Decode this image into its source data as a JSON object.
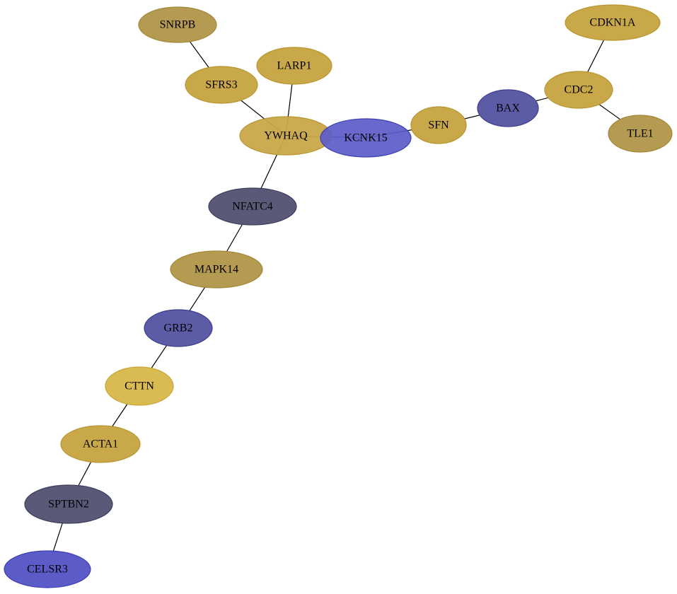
{
  "palette": {
    "gold": "#c9a84a",
    "gold_stroke": "#b8952e",
    "khaki": "#b59a52",
    "khaki_stroke": "#a48738",
    "bright_gold": "#d9bb52",
    "bright_gold_stroke": "#c7a63a",
    "blue": "#5c5cc9",
    "blue_stroke": "#3e3eb0",
    "slate_blue": "#5c5ca6",
    "slate_blue_stroke": "#3d3d8c",
    "navy_gray": "#5a5a78",
    "navy_gray_stroke": "#3c3c5e"
  },
  "graph": {
    "nodes": [
      {
        "id": "SNRPB",
        "label": "SNRPB",
        "color": "khaki"
      },
      {
        "id": "CDKN1A",
        "label": "CDKN1A",
        "color": "gold"
      },
      {
        "id": "LARP1",
        "label": "LARP1",
        "color": "gold"
      },
      {
        "id": "SFRS3",
        "label": "SFRS3",
        "color": "gold"
      },
      {
        "id": "CDC2",
        "label": "CDC2",
        "color": "gold"
      },
      {
        "id": "BAX",
        "label": "BAX",
        "color": "slate_blue"
      },
      {
        "id": "TLE1",
        "label": "TLE1",
        "color": "khaki"
      },
      {
        "id": "SFN",
        "label": "SFN",
        "color": "gold"
      },
      {
        "id": "YWHAQ",
        "label": "YWHAQ",
        "color": "gold"
      },
      {
        "id": "KCNK15",
        "label": "KCNK15",
        "color": "blue"
      },
      {
        "id": "NFATC4",
        "label": "NFATC4",
        "color": "navy_gray"
      },
      {
        "id": "MAPK14",
        "label": "MAPK14",
        "color": "khaki"
      },
      {
        "id": "GRB2",
        "label": "GRB2",
        "color": "slate_blue"
      },
      {
        "id": "CTTN",
        "label": "CTTN",
        "color": "bright_gold"
      },
      {
        "id": "ACTA1",
        "label": "ACTA1",
        "color": "gold"
      },
      {
        "id": "SPTBN2",
        "label": "SPTBN2",
        "color": "navy_gray"
      },
      {
        "id": "CELSR3",
        "label": "CELSR3",
        "color": "blue"
      }
    ],
    "edges": [
      {
        "source": "SNRPB",
        "target": "SFRS3"
      },
      {
        "source": "SFRS3",
        "target": "YWHAQ"
      },
      {
        "source": "LARP1",
        "target": "YWHAQ"
      },
      {
        "source": "YWHAQ",
        "target": "NFATC4"
      },
      {
        "source": "YWHAQ",
        "target": "KCNK15"
      },
      {
        "source": "KCNK15",
        "target": "SFN"
      },
      {
        "source": "SFN",
        "target": "BAX"
      },
      {
        "source": "BAX",
        "target": "CDC2"
      },
      {
        "source": "CDC2",
        "target": "CDKN1A"
      },
      {
        "source": "CDC2",
        "target": "TLE1"
      },
      {
        "source": "NFATC4",
        "target": "MAPK14"
      },
      {
        "source": "MAPK14",
        "target": "GRB2"
      },
      {
        "source": "GRB2",
        "target": "CTTN"
      },
      {
        "source": "CTTN",
        "target": "ACTA1"
      },
      {
        "source": "ACTA1",
        "target": "SPTBN2"
      },
      {
        "source": "SPTBN2",
        "target": "CELSR3"
      }
    ]
  }
}
